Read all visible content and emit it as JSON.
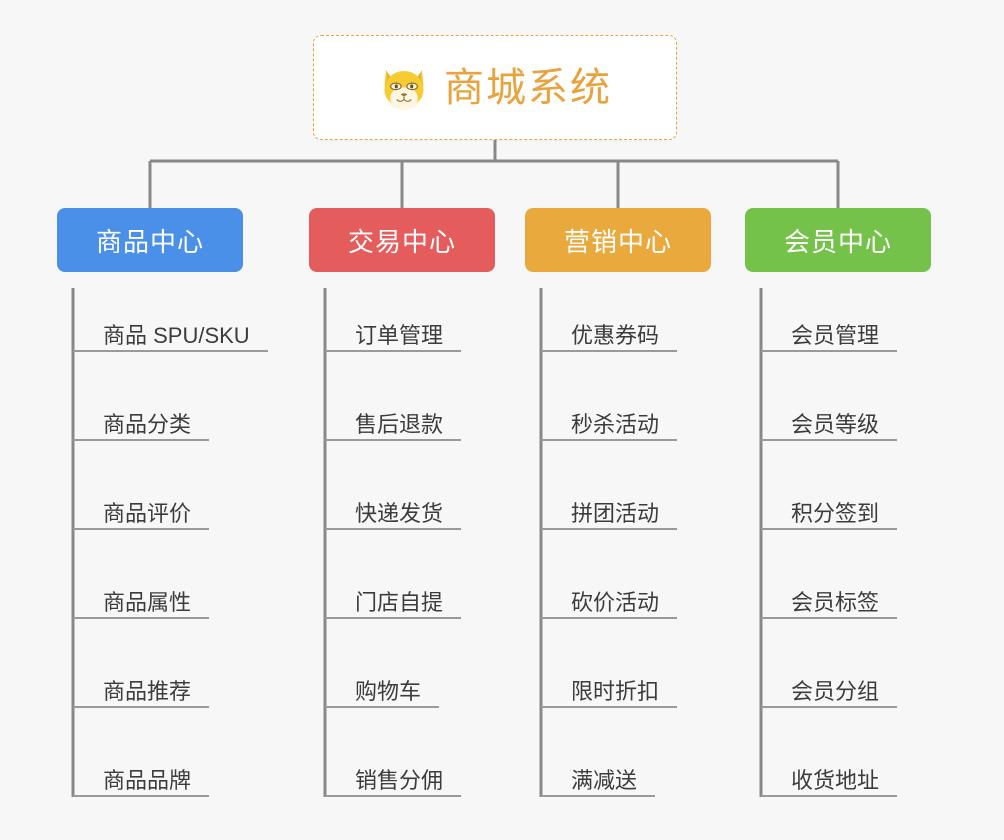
{
  "page": {
    "background_color": "#f7f7f7",
    "type": "mindmap-tree"
  },
  "root": {
    "title": "商城系统",
    "icon": "shiba-inu-face-icon",
    "text_color": "#e8a33d",
    "border_color": "#e8a33d",
    "background_color": "#ffffff"
  },
  "connector": {
    "color": "#888888"
  },
  "branches": [
    {
      "label": "商品中心",
      "color": "#4a90e8",
      "items": [
        "商品 SPU/SKU",
        "商品分类",
        "商品评价",
        "商品属性",
        "商品推荐",
        "商品品牌"
      ]
    },
    {
      "label": "交易中心",
      "color": "#e45c5c",
      "items": [
        "订单管理",
        "售后退款",
        "快递发货",
        "门店自提",
        "购物车",
        "销售分佣"
      ]
    },
    {
      "label": "营销中心",
      "color": "#e9a93c",
      "items": [
        "优惠券码",
        "秒杀活动",
        "拼团活动",
        "砍价活动",
        "限时折扣",
        "满减送"
      ]
    },
    {
      "label": "会员中心",
      "color": "#74c24a",
      "items": [
        "会员管理",
        "会员等级",
        "积分签到",
        "会员标签",
        "会员分组",
        "收货地址"
      ]
    }
  ]
}
